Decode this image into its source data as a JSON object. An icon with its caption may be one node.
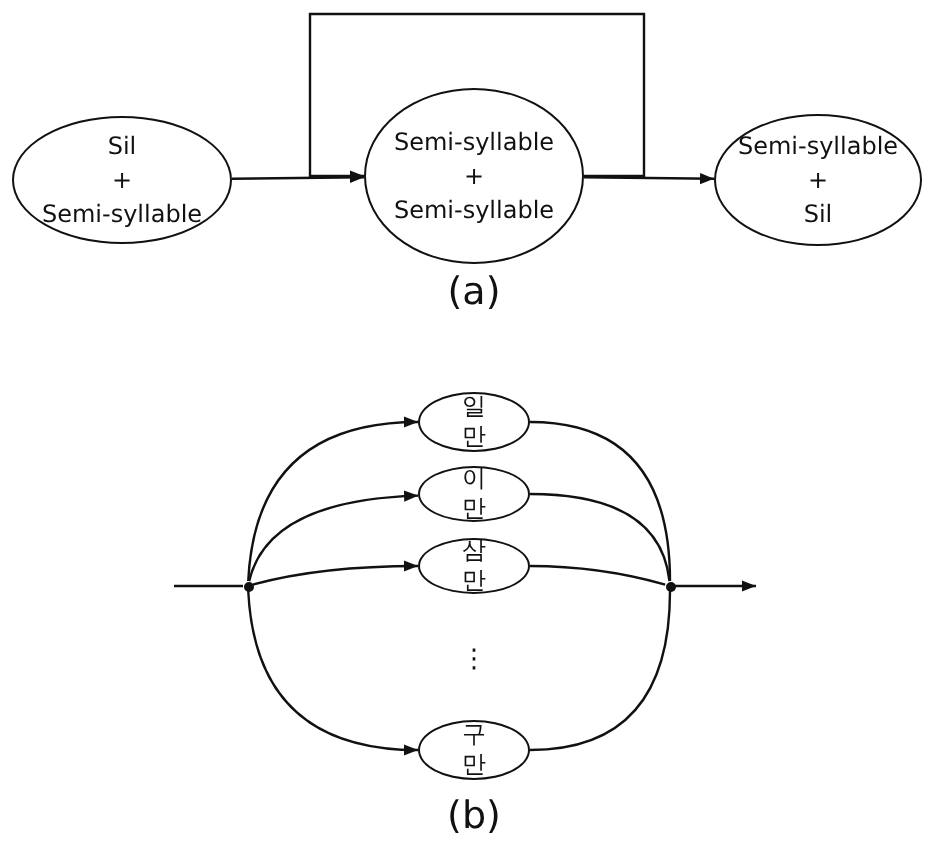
{
  "diagram": {
    "nodes": [
      {
        "text": [
          "Sil + Semi-syllable"
        ]
      },
      {
        "text": [
          "Semi-syllable + Semi-syllable"
        ]
      },
      {
        "text": [
          "Semi-syllable + Sil"
        ]
      },
      {
        "text": [
          "일만"
        ]
      },
      {
        "text": [
          "이만"
        ]
      },
      {
        "text": [
          "삼만"
        ]
      },
      {
        "text": [
          "구만"
        ]
      },
      {
        "text": [],
        "shape": "circle"
      },
      {
        "text": [],
        "shape": "circle"
      }
    ],
    "edges": [
      {
        "from": 0,
        "to": 1,
        "arrow": "to"
      },
      {
        "from": 1,
        "to": 2,
        "arrow": "to"
      },
      {
        "from": 1,
        "to": 1,
        "arrow": "to"
      },
      {
        "from": null,
        "to": 7,
        "arrow": "none"
      },
      {
        "from": 7,
        "to": 3,
        "arrow": "to"
      },
      {
        "from": 7,
        "to": 4,
        "arrow": "to"
      },
      {
        "from": 7,
        "to": 5,
        "arrow": "to"
      },
      {
        "from": 7,
        "to": 6,
        "arrow": "to"
      },
      {
        "from": 3,
        "to": 8,
        "arrow": "none"
      },
      {
        "from": 4,
        "to": 8,
        "arrow": "none"
      },
      {
        "from": 5,
        "to": 8,
        "arrow": "none"
      },
      {
        "from": 6,
        "to": 8,
        "arrow": "none"
      },
      {
        "from": 8,
        "to": null,
        "arrow": "to"
      }
    ],
    "labels": [
      "(a)",
      "⋮",
      "(b)"
    ]
  }
}
